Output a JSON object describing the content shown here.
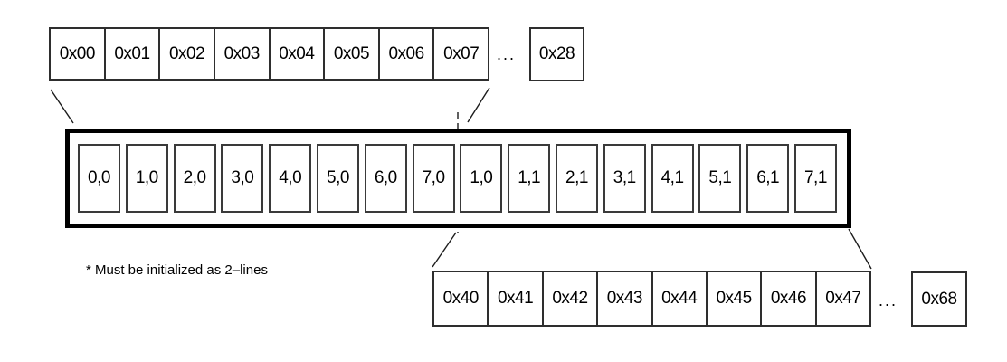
{
  "diagram": {
    "top_row": {
      "cells": [
        "0x00",
        "0x01",
        "0x02",
        "0x03",
        "0x04",
        "0x05",
        "0x06",
        "0x07"
      ],
      "ellipsis": "...",
      "tail_cell": "0x28"
    },
    "buffer_box": {
      "cells": [
        "0,0",
        "1,0",
        "2,0",
        "3,0",
        "4,0",
        "5,0",
        "6,0",
        "7,0",
        "1,0",
        "1,1",
        "2,1",
        "3,1",
        "4,1",
        "5,1",
        "6,1",
        "7,1"
      ]
    },
    "bottom_row": {
      "cells": [
        "0x40",
        "0x41",
        "0x42",
        "0x43",
        "0x44",
        "0x45",
        "0x46",
        "0x47"
      ],
      "ellipsis": "...",
      "tail_cell": "0x68"
    },
    "note": "* Must be initialized as 2–lines",
    "colors": {
      "background": "#ffffff",
      "thick_border": "#000000",
      "thin_border": "#2e2e2e",
      "line": "#1c1c1c",
      "text": "#000000"
    }
  }
}
